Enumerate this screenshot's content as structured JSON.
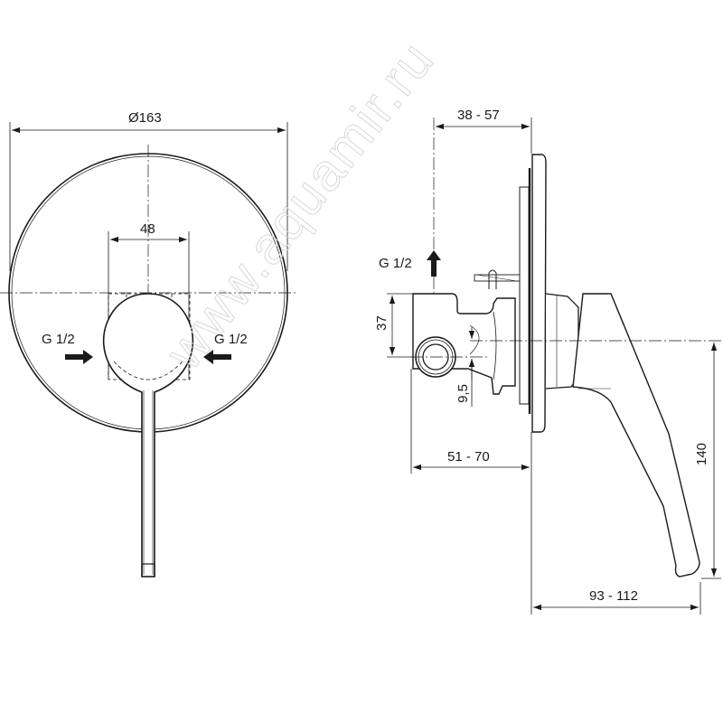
{
  "front_view": {
    "dimensions": {
      "diameter": "Ø163",
      "width": "48"
    },
    "inlets": {
      "left_label": "G 1/2",
      "right_label": "G 1/2"
    }
  },
  "side_view": {
    "dimensions": {
      "wall_depth": "38 - 57",
      "outlet_offset": "37",
      "small_offset": "9,5",
      "install_depth": "51 - 70",
      "height": "140",
      "projection": "93 - 112"
    },
    "outlet_label": "G 1/2"
  },
  "watermark": "www.aquamir.ru",
  "colors": {
    "line": "#1a1a1a",
    "background": "#ffffff",
    "watermark": "#d8d8d8"
  }
}
